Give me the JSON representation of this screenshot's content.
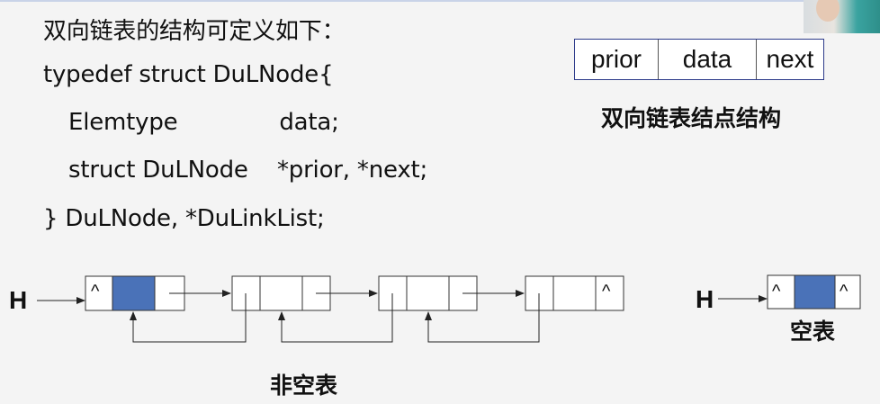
{
  "code_lines": [
    "双向链表的结构可定义如下：",
    "typedef struct DuLNode{",
    "Elemtype              data;",
    "struct DuLNode    *prior, *next;",
    "} DuLNode, *DuLinkList;"
  ],
  "node_structure": {
    "fields": [
      "prior",
      "data",
      "next"
    ],
    "caption": "双向链表结点结构"
  },
  "nonempty_list": {
    "head_label": "H",
    "null_marker": "^",
    "caption": "非空表"
  },
  "empty_list": {
    "head_label": "H",
    "null_marker": "^",
    "caption": "空表"
  },
  "colors": {
    "head_node_data": "#4a72b8",
    "struct_border": "#2c3a8a"
  }
}
